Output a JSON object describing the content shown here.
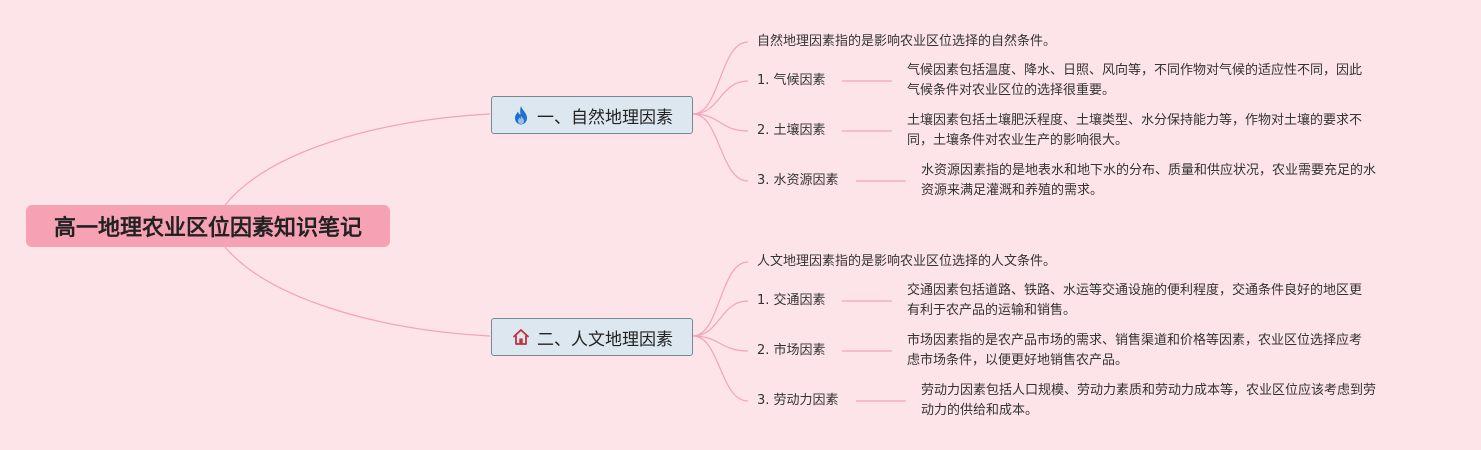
{
  "root": {
    "title": "高一地理农业区位因素知识笔记"
  },
  "branches": [
    {
      "icon": "fire-icon",
      "label": "一、自然地理因素",
      "intro": "自然地理因素指的是影响农业区位选择的自然条件。",
      "items": [
        {
          "label": "1. 气候因素",
          "desc_lines": [
            "气候因素包括温度、降水、日照、风向等，不同作物对气候的适应性不同，因此",
            "气候条件对农业区位的选择很重要。"
          ]
        },
        {
          "label": "2. 土壤因素",
          "desc_lines": [
            "土壤因素包括土壤肥沃程度、土壤类型、水分保持能力等，作物对土壤的要求不",
            "同，土壤条件对农业生产的影响很大。"
          ]
        },
        {
          "label": "3. 水资源因素",
          "desc_lines": [
            "水资源因素指的是地表水和地下水的分布、质量和供应状况，农业需要充足的水",
            "资源来满足灌溉和养殖的需求。"
          ]
        }
      ]
    },
    {
      "icon": "home-icon",
      "label": "二、人文地理因素",
      "intro": "人文地理因素指的是影响农业区位选择的人文条件。",
      "items": [
        {
          "label": "1. 交通因素",
          "desc_lines": [
            "交通因素包括道路、铁路、水运等交通设施的便利程度，交通条件良好的地区更",
            "有利于农产品的运输和销售。"
          ]
        },
        {
          "label": "2. 市场因素",
          "desc_lines": [
            "市场因素指的是农产品市场的需求、销售渠道和价格等因素，农业区位选择应考",
            "虑市场条件，以便更好地销售农产品。"
          ]
        },
        {
          "label": "3. 劳动力因素",
          "desc_lines": [
            "劳动力因素包括人口规模、劳动力素质和劳动力成本等，农业区位应该考虑到劳",
            "动力的供给和成本。"
          ]
        }
      ]
    }
  ],
  "colors": {
    "background": "#fde4e9",
    "root_fill": "#f7a1b4",
    "branch_fill": "#dde7ef",
    "branch_border": "#7a8894",
    "connector": "#f2a3ba",
    "fire_icon": "#1f6fd1",
    "home_icon": "#c0303f"
  }
}
